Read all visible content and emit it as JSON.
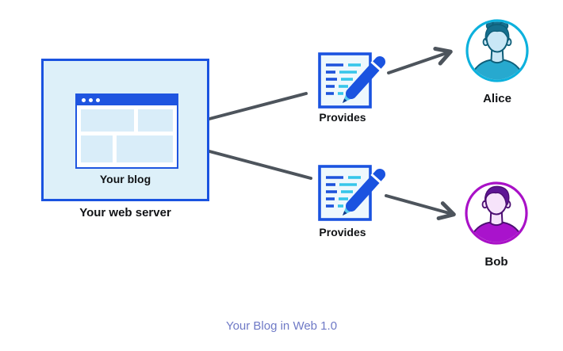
{
  "title_caption": "Your Blog in Web 1.0",
  "server": {
    "browser_label": "Your blog",
    "box_label": "Your web server",
    "icon": "browser-window-icon"
  },
  "flows": [
    {
      "label": "Provides",
      "icon": "document-pen-icon",
      "target": "Alice"
    },
    {
      "label": "Provides",
      "icon": "document-pen-icon",
      "target": "Bob"
    }
  ],
  "users": [
    {
      "name": "Alice",
      "icon": "person-avatar-icon"
    },
    {
      "name": "Bob",
      "icon": "person-avatar-icon"
    }
  ],
  "colors": {
    "accent_blue": "#1a53e0",
    "server_fill": "#ddf0f9",
    "browser_block_fill": "#d9edf9",
    "doc_fill": "#eef8fd",
    "doc_cyan": "#36c6ea",
    "arrow_gray": "#4d545c",
    "alice_ring": "#0db1dd",
    "alice_shirt": "#27a9cf",
    "alice_skin": "#c9e7f6",
    "alice_hair": "#156f8e",
    "bob_ring": "#a911c7",
    "bob_shirt": "#a913cc",
    "bob_skin": "#f6e3fa",
    "bob_hair": "#5e1595",
    "caption_color": "#6f7ac6"
  }
}
